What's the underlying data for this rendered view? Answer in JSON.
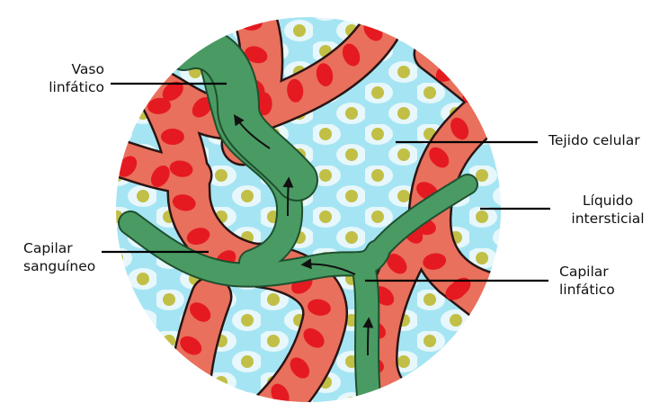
{
  "labels": {
    "vaso_linfatico": [
      "Vaso",
      "linfático"
    ],
    "tejido_celular": [
      "Tejido celular"
    ],
    "liquido_intersticial": [
      "Líquido",
      "intersticial"
    ],
    "capilar_sanguineo": [
      "Capilar",
      "sanguíneo"
    ],
    "capilar_linfatico": [
      "Capilar",
      "linfático"
    ]
  },
  "colors": {
    "interstitial_fluid": "#a5e5f3",
    "cell": "#e7f7fb",
    "nucleus": "#c2bf46",
    "blood_capillary": "#e8705c",
    "red_cell": "#e51a20",
    "lymph_vessel": "#4a9b63",
    "outline": "#2a1414",
    "leader_line": "#000000"
  },
  "icons": [
    "flow-arrow-icon",
    "red-blood-cell-icon",
    "tissue-cell-icon"
  ]
}
